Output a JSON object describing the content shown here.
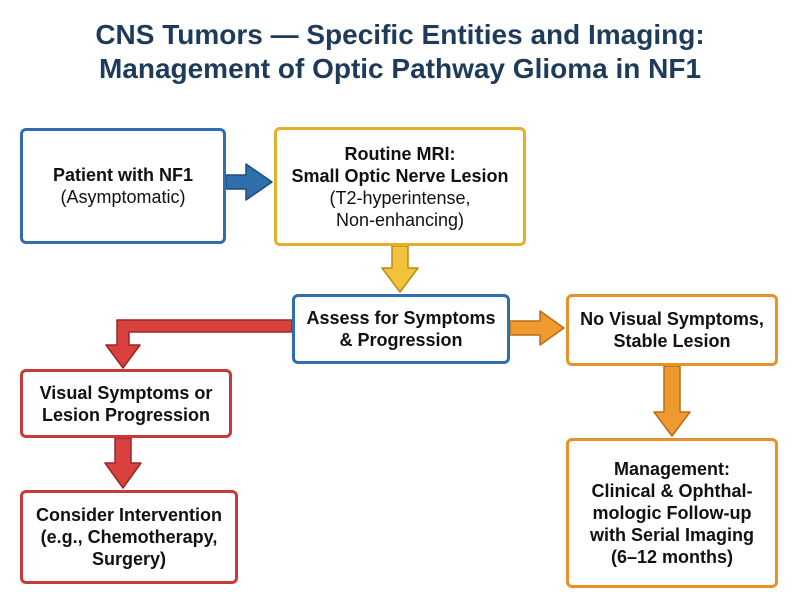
{
  "title": {
    "line1": "CNS Tumors — Specific Entities and Imaging:",
    "line2": "Management of Optic Pathway Glioma in NF1"
  },
  "nodes": {
    "patient": {
      "line1": "Patient with NF1",
      "line2": "(Asymptomatic)"
    },
    "mri": {
      "line1": "Routine MRI:",
      "line2": "Small Optic Nerve Lesion",
      "line3": "(T2-hyperintense,",
      "line4": "Non-enhancing)"
    },
    "assess": {
      "line1": "Assess for Symptoms",
      "line2": "& Progression"
    },
    "no_symptoms": {
      "line1": "No Visual Symptoms,",
      "line2": "Stable Lesion"
    },
    "visual_symptoms": {
      "line1": "Visual Symptoms or",
      "line2": "Lesion Progression"
    },
    "intervention": {
      "line1": "Consider Intervention",
      "line2": "(e.g., Chemotherapy,",
      "line3": "Surgery)"
    },
    "management": {
      "line1": "Management:",
      "line2": "Clinical & Ophthal-",
      "line3": "mologic Follow-up",
      "line4": "with Serial Imaging",
      "line5": "(6–12 months)"
    }
  },
  "colors": {
    "title": "#1f3b5a",
    "blue": "#2f6fad",
    "yellow": "#e3ae2a",
    "orange": "#e7912b",
    "red": "#c73a3a"
  }
}
